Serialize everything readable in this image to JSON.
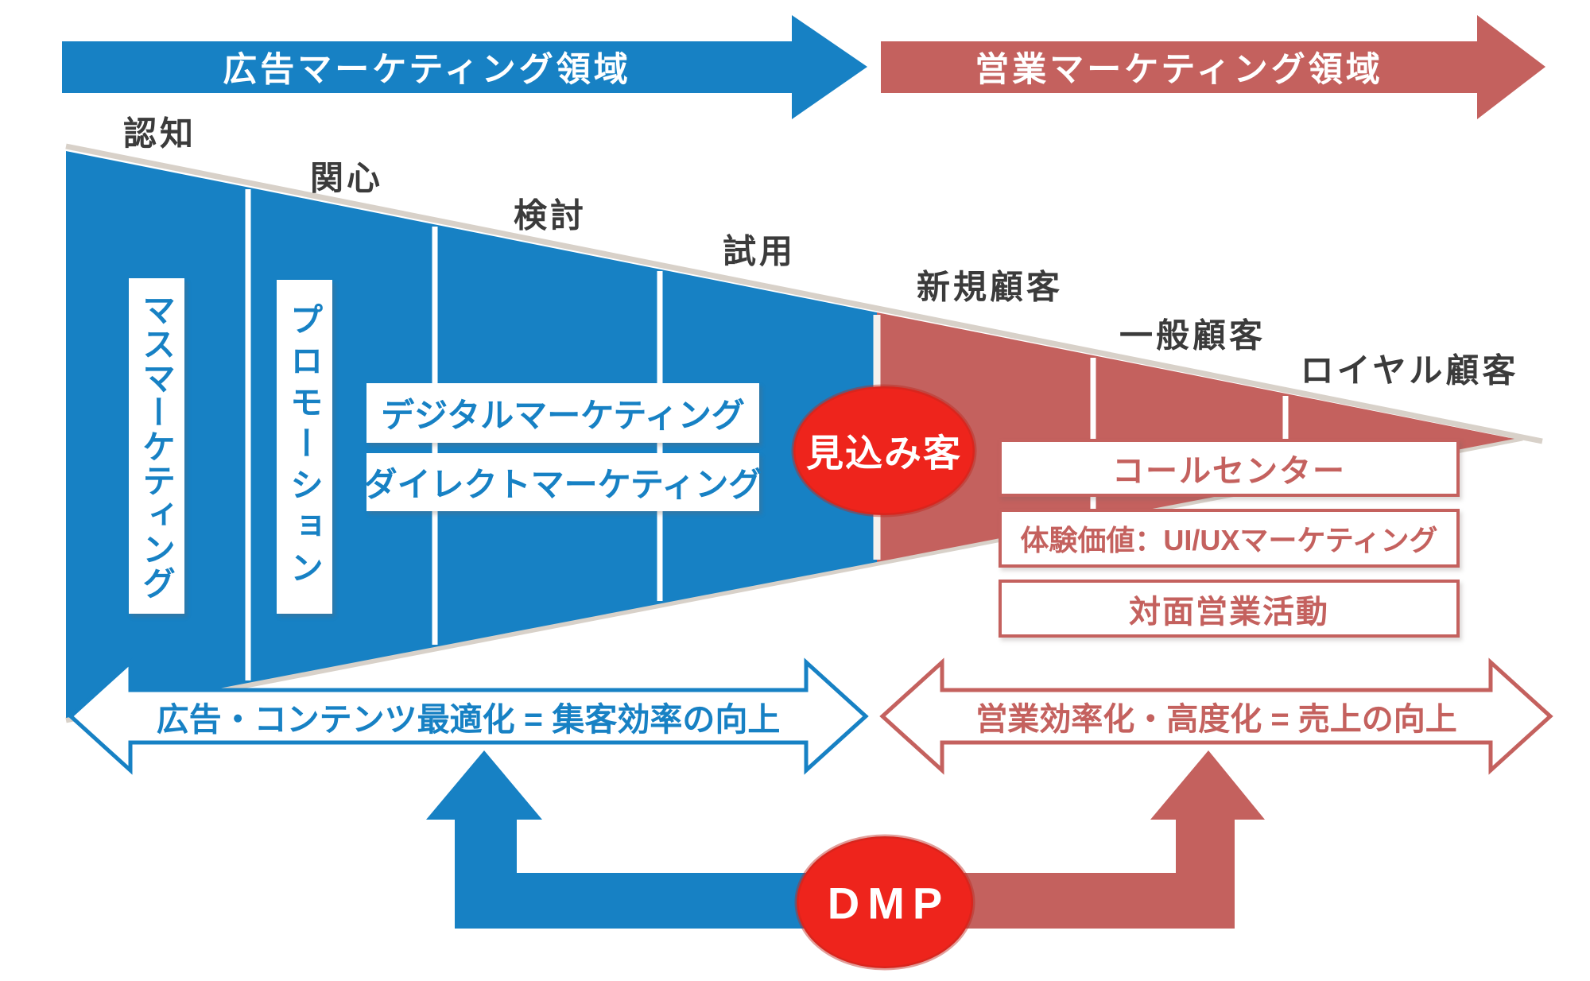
{
  "colors": {
    "blue": "#1781c4",
    "muted_red": "#c4615e",
    "bright_red": "#ee241c",
    "label_gray": "#3b3b3b",
    "white": "#ffffff"
  },
  "top_banners": {
    "ad_label": "広告マーケティング領域",
    "sales_label": "営業マーケティング領域"
  },
  "funnel": {
    "stages": [
      {
        "label": "認知"
      },
      {
        "label": "関心"
      },
      {
        "label": "検討"
      },
      {
        "label": "試用"
      },
      {
        "label": "新規顧客"
      },
      {
        "label": "一般顧客"
      },
      {
        "label": "ロイヤル顧客"
      }
    ],
    "ad_channels": {
      "mass": "マスマーケティング",
      "promotion": "プロモーション",
      "digital": "デジタルマーケティング",
      "direct": "ダイレクトマーケティング"
    },
    "prospect_label": "見込み客",
    "sales_channels": {
      "call_center": "コールセンター",
      "experience": "体験価値：UI/UXマーケティング",
      "face_to_face": "対面営業活動"
    }
  },
  "optimization_arrows": {
    "ad": "広告・コンテンツ最適化 = 集客効率の向上",
    "sales": "営業効率化・高度化 = 売上の向上"
  },
  "dmp_label": "DMP"
}
